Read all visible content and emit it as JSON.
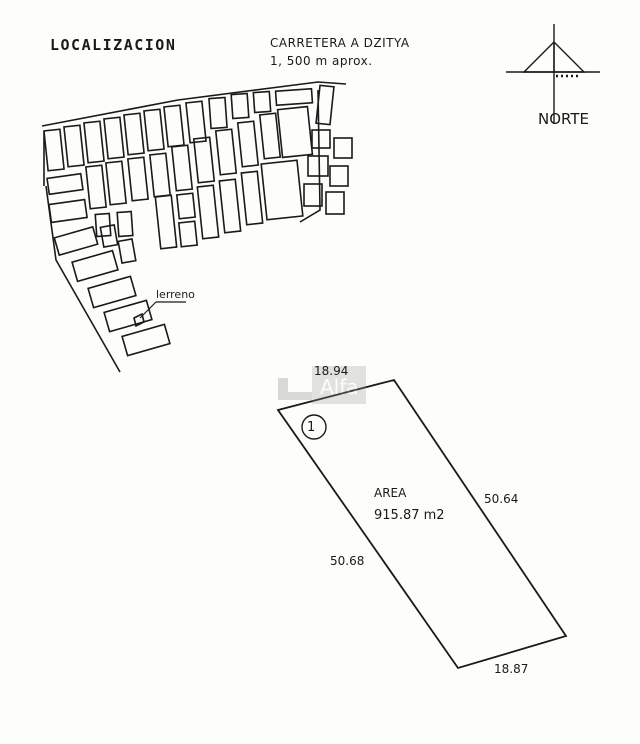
{
  "location_title": "LOCALIZACION",
  "road_label": "CARRETERA  A DZITYA",
  "road_distance": "1, 500 m  aprox.",
  "north_label": "NORTE",
  "terreno_label": "lerreno",
  "watermark_text": "Alfa",
  "lot": {
    "number": "1",
    "area_title": "AREA",
    "area_value": "915.87  m2",
    "side_top": "18.94",
    "side_right": "50.64",
    "side_left": "50.68",
    "side_bottom": "18.87"
  },
  "colors": {
    "ink": "#1a1a1a",
    "paper": "#fdfdfb"
  }
}
